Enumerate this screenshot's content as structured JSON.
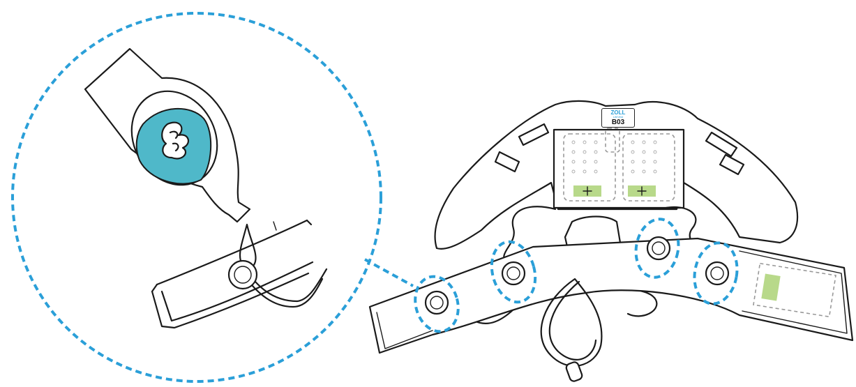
{
  "label_tag": {
    "brand": "ZOLL",
    "sub": "LifeVest",
    "code": "B03"
  },
  "colors": {
    "callout_dash": "#2a9fd8",
    "gel": "#4fb8c9",
    "gel_pad": "#b8d98a",
    "ink": "#1a1a1a"
  },
  "icons": [
    "gel-pack-icon",
    "droplet-icon",
    "electrode-icon",
    "harness-garment-icon"
  ]
}
